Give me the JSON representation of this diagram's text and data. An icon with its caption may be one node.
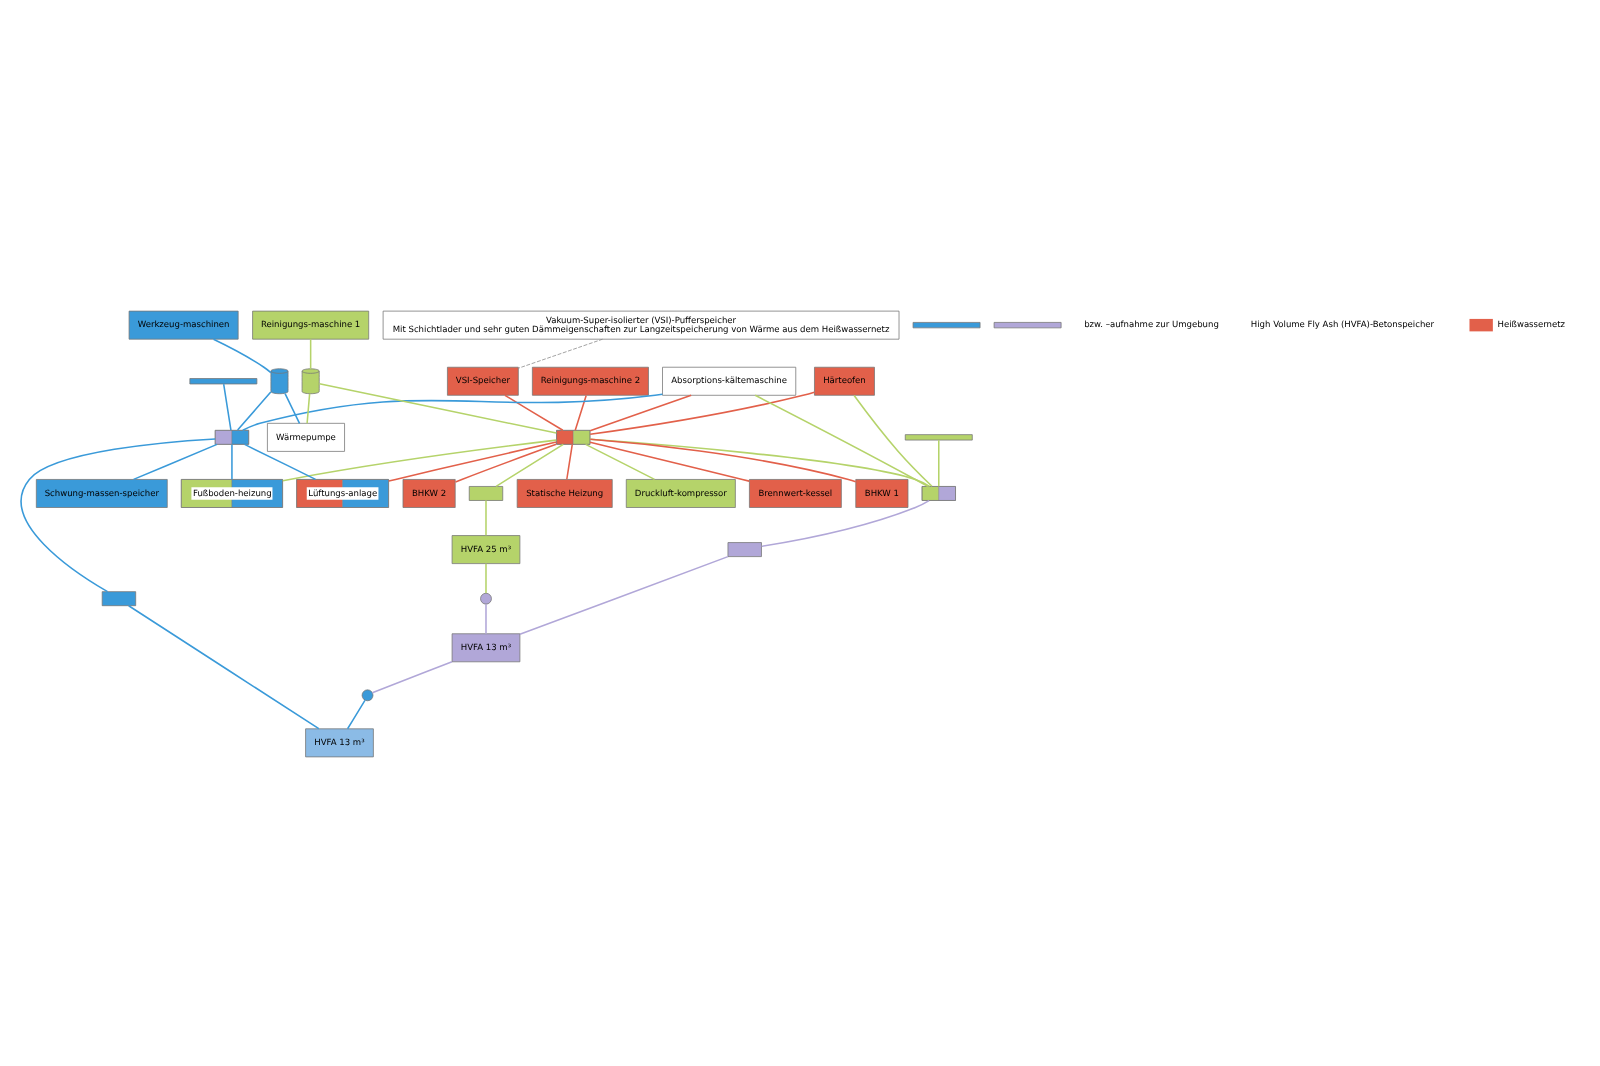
{
  "diagram": {
    "nodes": [
      {
        "text": [
          "Vakuum-Super-isolierter (VSI)-Pufferspeicher",
          "Mit Schichtlader und sehr guten Dämmeigenschaften zur Langzeitspeicherung von Wärme aus dem Heißwassernetz"
        ]
      },
      {
        "text": [
          "VSI-Speicher"
        ]
      },
      {
        "text": [
          "Werkzeug-maschinen"
        ]
      },
      {
        "text": [
          "Reinigungs-maschine 1"
        ]
      },
      {
        "text": [
          "Reinigungs-maschine 2"
        ]
      },
      {
        "text": [
          "Härteofen"
        ]
      },
      {
        "text": [
          "Wärmepumpe"
        ]
      },
      {
        "text": [
          "Absorptions-kältemaschine"
        ]
      },
      {
        "text": [],
        "shape": "cylinder"
      },
      {
        "text": [],
        "shape": "cylinder"
      },
      {
        "text": [],
        "shape": "box"
      },
      {
        "text": [],
        "shape": "box"
      },
      {
        "text": [],
        "shape": "box"
      },
      {
        "text": [],
        "shape": "box"
      },
      {
        "text": [],
        "shape": "box"
      },
      {
        "text": [],
        "shape": "box"
      },
      {
        "text": [
          "HVFA 25 m³"
        ]
      },
      {
        "text": [
          "HVFA 13 m³"
        ]
      },
      {
        "text": [
          "HVFA 13 m³"
        ]
      },
      {
        "text": [],
        "shape": "circle"
      },
      {
        "text": [],
        "shape": "circle"
      },
      {
        "text": [
          "Lüftungs-anlage"
        ]
      },
      {
        "text": [
          "Druckluft-kompressor"
        ]
      },
      {
        "text": [
          "Brennwert-kessel"
        ]
      },
      {
        "text": [
          "BHKW 1"
        ]
      },
      {
        "text": [
          "BHKW 2"
        ]
      },
      {
        "text": [
          "Fußboden-heizung"
        ]
      },
      {
        "text": [
          "Statische Heizung"
        ]
      },
      {
        "text": [
          "Schwung-massen-speicher"
        ]
      },
      {
        "text": [],
        "shape": "bar"
      },
      {
        "text": [],
        "shape": "bar"
      },
      {
        "text": [],
        "shape": "bar"
      },
      {
        "text": [],
        "shape": "bar"
      }
    ],
    "edges": [
      {
        "from": 0,
        "to": 1,
        "arrow": "none",
        "style": "dashed",
        "color": "#888888"
      },
      {
        "from": 1,
        "to": 10,
        "arrow": "none",
        "color": "#e2604a"
      },
      {
        "from": 4,
        "to": 10,
        "arrow": "none",
        "color": "#e2604a"
      },
      {
        "from": 5,
        "to": 10,
        "arrow": "none",
        "color": "#e2604a"
      },
      {
        "from": 7,
        "to": 10,
        "arrow": "none",
        "color": "#e2604a"
      },
      {
        "from": 10,
        "to": 21,
        "arrow": "none",
        "color": "#e2604a"
      },
      {
        "from": 10,
        "to": 23,
        "arrow": "none",
        "color": "#e2604a"
      },
      {
        "from": 10,
        "to": 24,
        "arrow": "none",
        "color": "#e2604a"
      },
      {
        "from": 10,
        "to": 25,
        "arrow": "none",
        "color": "#e2604a"
      },
      {
        "from": 10,
        "to": 27,
        "arrow": "none",
        "color": "#e2604a"
      },
      {
        "from": 10,
        "to": 13,
        "arrow": "none",
        "color": "#b5d36a"
      },
      {
        "from": 13,
        "to": 16,
        "arrow": "none",
        "color": "#b5d36a"
      },
      {
        "from": 3,
        "to": 9,
        "arrow": "none",
        "color": "#b5d36a"
      },
      {
        "from": 9,
        "to": 6,
        "arrow": "none",
        "color": "#b5d36a"
      },
      {
        "from": 9,
        "to": 10,
        "arrow": "none",
        "color": "#b5d36a"
      },
      {
        "from": 10,
        "to": 22,
        "arrow": "none",
        "color": "#b5d36a"
      },
      {
        "from": 10,
        "to": 26,
        "arrow": "none",
        "color": "#b5d36a"
      },
      {
        "from": 7,
        "to": 11,
        "arrow": "none",
        "color": "#b5d36a"
      },
      {
        "from": 5,
        "to": 11,
        "arrow": "none",
        "color": "#b5d36a"
      },
      {
        "from": 31,
        "to": 11,
        "arrow": "none",
        "color": "#b5d36a"
      },
      {
        "from": 10,
        "to": 11,
        "arrow": "none",
        "color": "#b5d36a"
      },
      {
        "from": 11,
        "to": 14,
        "arrow": "none",
        "color": "#b1a7d8"
      },
      {
        "from": 14,
        "to": 17,
        "arrow": "none",
        "color": "#b1a7d8"
      },
      {
        "from": 12,
        "to": 15,
        "arrow": "none",
        "color": "#3a9ad9"
      },
      {
        "from": 15,
        "to": 18,
        "arrow": "none",
        "color": "#3a9ad9"
      },
      {
        "from": 2,
        "to": 8,
        "arrow": "none",
        "color": "#3a9ad9"
      },
      {
        "from": 8,
        "to": 6,
        "arrow": "none",
        "color": "#3a9ad9"
      },
      {
        "from": 8,
        "to": 12,
        "arrow": "none",
        "color": "#3a9ad9"
      },
      {
        "from": 29,
        "to": 12,
        "arrow": "none",
        "color": "#3a9ad9"
      },
      {
        "from": 12,
        "to": 21,
        "arrow": "none",
        "color": "#3a9ad9"
      },
      {
        "from": 12,
        "to": 26,
        "arrow": "none",
        "color": "#3a9ad9"
      },
      {
        "from": 12,
        "to": 28,
        "arrow": "none",
        "color": "#3a9ad9"
      },
      {
        "from": 7,
        "to": 12,
        "arrow": "none",
        "color": "#3a9ad9"
      },
      {
        "from": 16,
        "to": 19,
        "arrow": "none",
        "color": "#b5d36a"
      },
      {
        "from": 19,
        "to": 17,
        "arrow": "none",
        "color": "#b1a7d8"
      },
      {
        "from": 17,
        "to": 20,
        "arrow": "none",
        "color": "#b1a7d8"
      },
      {
        "from": 20,
        "to": 18,
        "arrow": "none",
        "color": "#3a9ad9"
      }
    ],
    "labels": [
      "bzw. –aufnahme zur Umgebung",
      "High Volume Fly Ash (HVFA)-Betonspeicher"
    ],
    "legend": [
      {
        "text": "Heißwassernetz",
        "color": "#e2604a"
      }
    ]
  }
}
